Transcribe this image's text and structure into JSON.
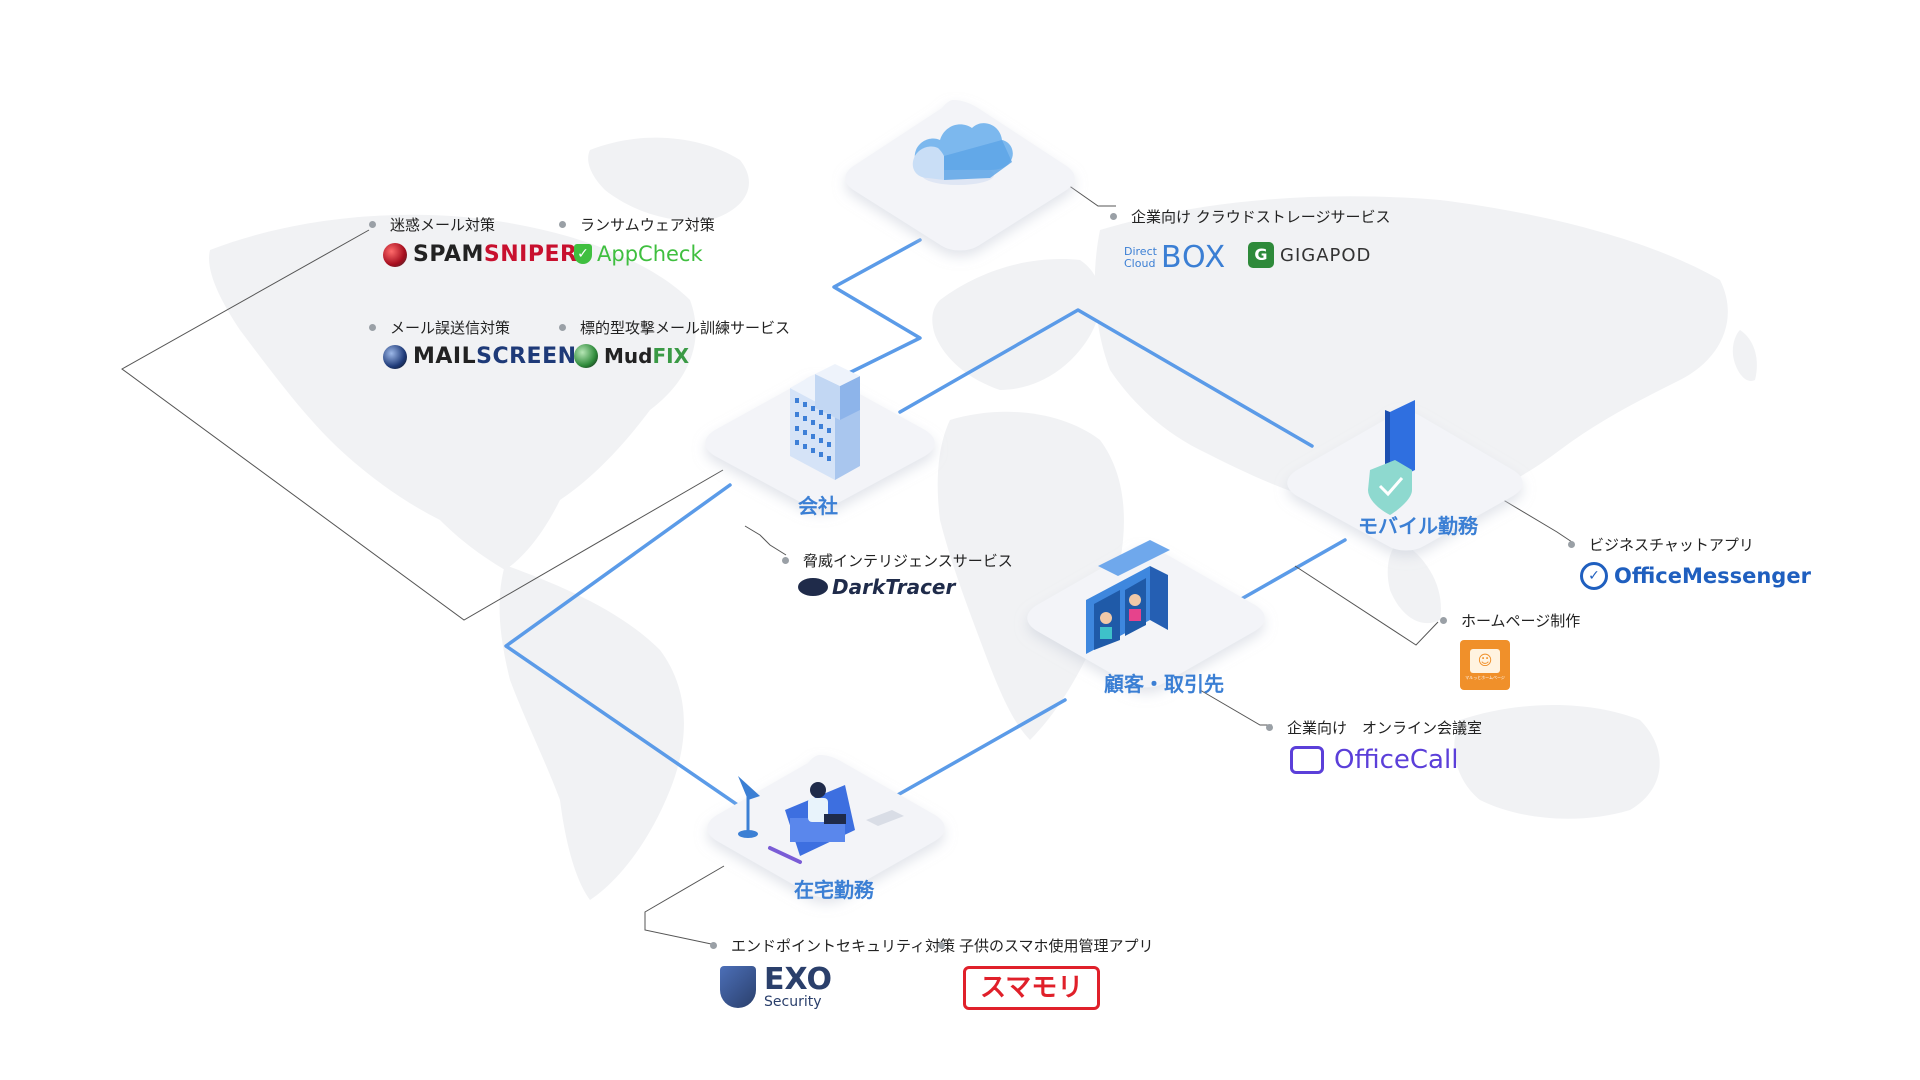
{
  "nodes": {
    "company": "会社",
    "mobile": "モバイル勤務",
    "customer": "顧客・取引先",
    "home": "在宅勤務"
  },
  "services": {
    "spam": {
      "caption": "迷惑メール対策",
      "logo_a": "SPAM",
      "logo_b": "SNIPER"
    },
    "ransom": {
      "caption": "ランサムウェア対策",
      "logo": "AppCheck"
    },
    "mailscreen": {
      "caption": "メール誤送信対策",
      "logo_a": "MAIL",
      "logo_b": "SCREEN"
    },
    "mudfix": {
      "caption": "標的型攻撃メール訓練サービス",
      "logo_a": "Mud",
      "logo_b": "FIX"
    },
    "cloud": {
      "caption": "企業向け クラウドストレージサービス",
      "dc_line1": "Direct",
      "dc_line2": "Cloud",
      "dc_box": "BOX",
      "gigapod": "GIGAPOD"
    },
    "darktracer": {
      "caption": "脅威インテリジェンスサービス",
      "logo": "DarkTracer"
    },
    "messenger": {
      "caption": "ビジネスチャットアプリ",
      "logo": "OfficeMessenger"
    },
    "homepage": {
      "caption": "ホームページ制作",
      "logo_small": "マルっとホームページ"
    },
    "officecall": {
      "caption": "企業向け　オンライン会議室",
      "logo": "OfficeCall"
    },
    "exo": {
      "caption": "エンドポイントセキュリティ対策",
      "logo_main": "EXO",
      "logo_sub": "Security"
    },
    "sumamori": {
      "caption": "子供のスマホ使用管理アプリ",
      "logo": "スマモリ"
    }
  },
  "colors": {
    "connector": "#5b9be8",
    "label_blue": "#3b7fd4",
    "spam_red": "#c8102e",
    "mail_navy": "#1e3a78",
    "appcheck_green": "#3fbf3f",
    "mudfix_green": "#3a9a45",
    "messenger_blue": "#1f5fbf",
    "officecall_purple": "#5b3fd9",
    "sumamori_red": "#e0202a",
    "exo_navy": "#2a3f6b",
    "homepage_orange": "#f0902a"
  }
}
